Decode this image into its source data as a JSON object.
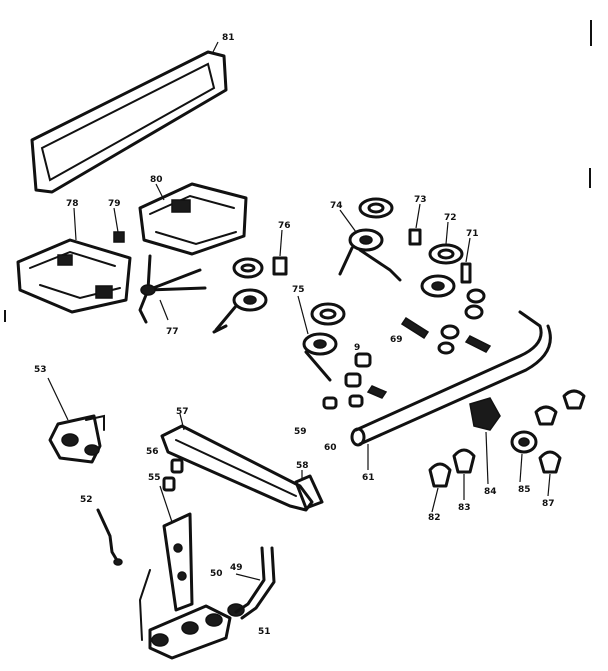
{
  "diagram": {
    "parts": [
      {
        "id": "p81",
        "number": "81"
      },
      {
        "id": "p78a",
        "number": "78"
      },
      {
        "id": "p79",
        "number": "79"
      },
      {
        "id": "p80",
        "number": "80"
      },
      {
        "id": "p76",
        "number": "76"
      },
      {
        "id": "p77",
        "number": "77"
      },
      {
        "id": "p74",
        "number": "74"
      },
      {
        "id": "p73a",
        "number": "73"
      },
      {
        "id": "p72",
        "number": "72"
      },
      {
        "id": "p71",
        "number": "71"
      },
      {
        "id": "p75",
        "number": "75"
      },
      {
        "id": "p9",
        "number": "9"
      },
      {
        "id": "p69",
        "number": "69"
      },
      {
        "id": "p53",
        "number": "53"
      },
      {
        "id": "p57",
        "number": "57"
      },
      {
        "id": "p58",
        "number": "58"
      },
      {
        "id": "p55",
        "number": "55"
      },
      {
        "id": "p56",
        "number": "56"
      },
      {
        "id": "p60",
        "number": "60"
      },
      {
        "id": "p59",
        "number": "59"
      },
      {
        "id": "p61",
        "number": "61"
      },
      {
        "id": "p84",
        "number": "84"
      },
      {
        "id": "p85",
        "number": "85"
      },
      {
        "id": "p87",
        "number": "87"
      },
      {
        "id": "p82",
        "number": "82"
      },
      {
        "id": "p83",
        "number": "83"
      },
      {
        "id": "p52",
        "number": "52"
      },
      {
        "id": "p50",
        "number": "50"
      },
      {
        "id": "p49",
        "number": "49"
      },
      {
        "id": "p51",
        "number": "51"
      }
    ]
  }
}
